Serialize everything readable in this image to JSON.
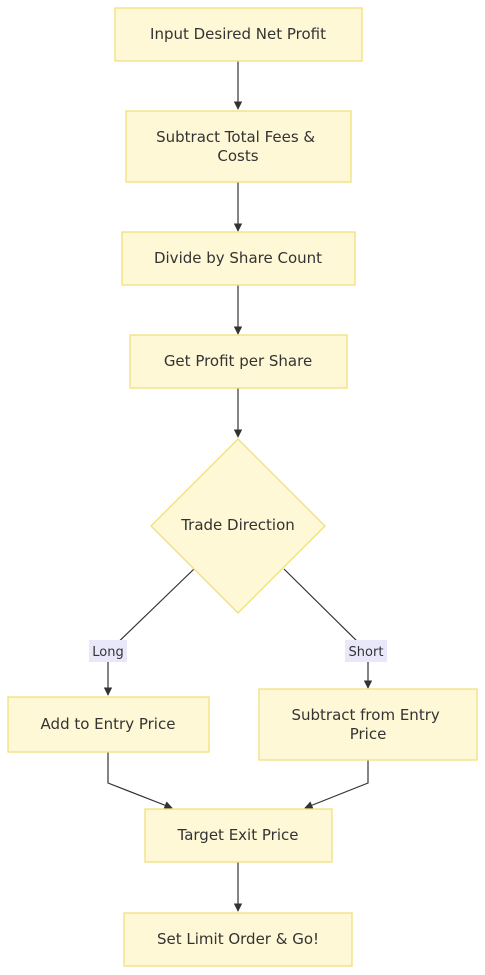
{
  "nodes": {
    "input": "Input Desired Net Profit",
    "subtract_fees": [
      "Subtract Total Fees &",
      "Costs"
    ],
    "divide": "Divide by Share Count",
    "profit_per_share": "Get Profit per Share",
    "decision": "Trade Direction",
    "add_entry": "Add to Entry Price",
    "subtract_entry": [
      "Subtract from Entry",
      "Price"
    ],
    "target_exit": "Target Exit Price",
    "set_limit": "Set Limit Order & Go!"
  },
  "edge_labels": {
    "long": "Long",
    "short": "Short"
  },
  "colors": {
    "node_fill": "#fff8d6",
    "node_stroke": "#f0e07a",
    "edge": "#333333",
    "label_bg": "#e8e8fa"
  }
}
